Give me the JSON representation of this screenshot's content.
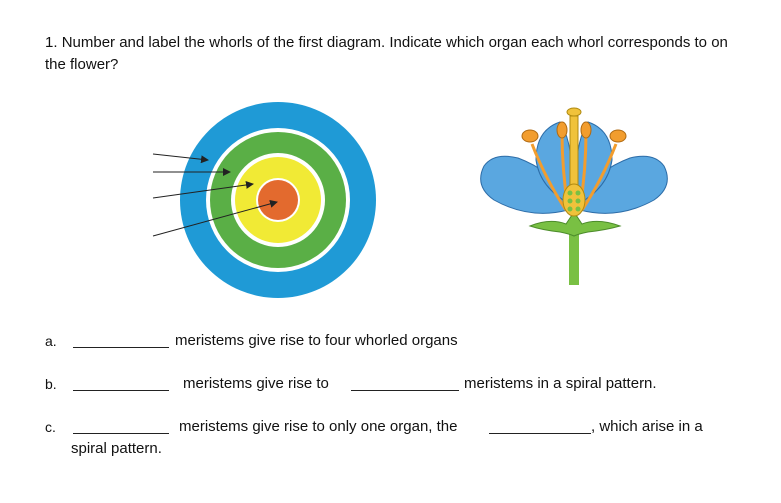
{
  "question": {
    "number": "1.",
    "text": "Number and label the whorls of the first diagram. Indicate which organ each whorl corresponds to on the flower?"
  },
  "whorl_diagram": {
    "rings": [
      {
        "color": "#1f9ad6"
      },
      {
        "color": "#ffffff"
      },
      {
        "color": "#5aaf46"
      },
      {
        "color": "#ffffff"
      },
      {
        "color": "#f1ea35"
      },
      {
        "color": "#ffffff"
      },
      {
        "color": "#e36a2e"
      }
    ],
    "arrow_count": 4
  },
  "flower_diagram": {
    "petal_color": "#5aa7e0",
    "stem_color": "#79c043",
    "stamen_color": "#f29d2e",
    "pistil_color": "#f0c23b"
  },
  "items": [
    {
      "letter": "a.",
      "parts": [
        "meristems give rise to four whorled organs"
      ]
    },
    {
      "letter": "b.",
      "parts": [
        "meristems give rise to",
        "meristems in a spiral pattern."
      ]
    },
    {
      "letter": "c.",
      "parts": [
        "meristems give rise to only one organ, the",
        ", which arise in a",
        "spiral pattern."
      ]
    }
  ]
}
